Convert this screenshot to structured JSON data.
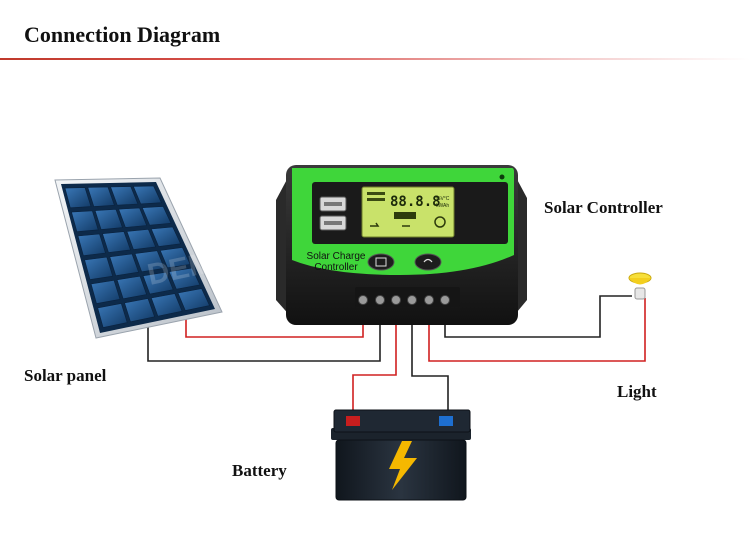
{
  "header": {
    "title": "Connection Diagram"
  },
  "labels": {
    "solar_panel": "Solar panel",
    "solar_controller": "Solar Controller",
    "battery": "Battery",
    "light": "Light"
  },
  "controller": {
    "face_text_line1": "Solar Charge",
    "face_text_line2": "Controller",
    "lcd_digits": "88.8.8",
    "lcd_units_1": "%V°C",
    "lcd_units_2": "kWAh"
  },
  "colors": {
    "controller_green": "#3fd63a",
    "controller_body": "#1e1e1e",
    "lcd": "#c9e26a",
    "panel_cell": "#1f4f86",
    "battery_body": "#1c2530",
    "bolt": "#f5b800",
    "wire_red": "#d02020",
    "wire_black": "#222222",
    "positive_terminal": "#c81e1e",
    "negative_terminal": "#1e6fd0"
  }
}
